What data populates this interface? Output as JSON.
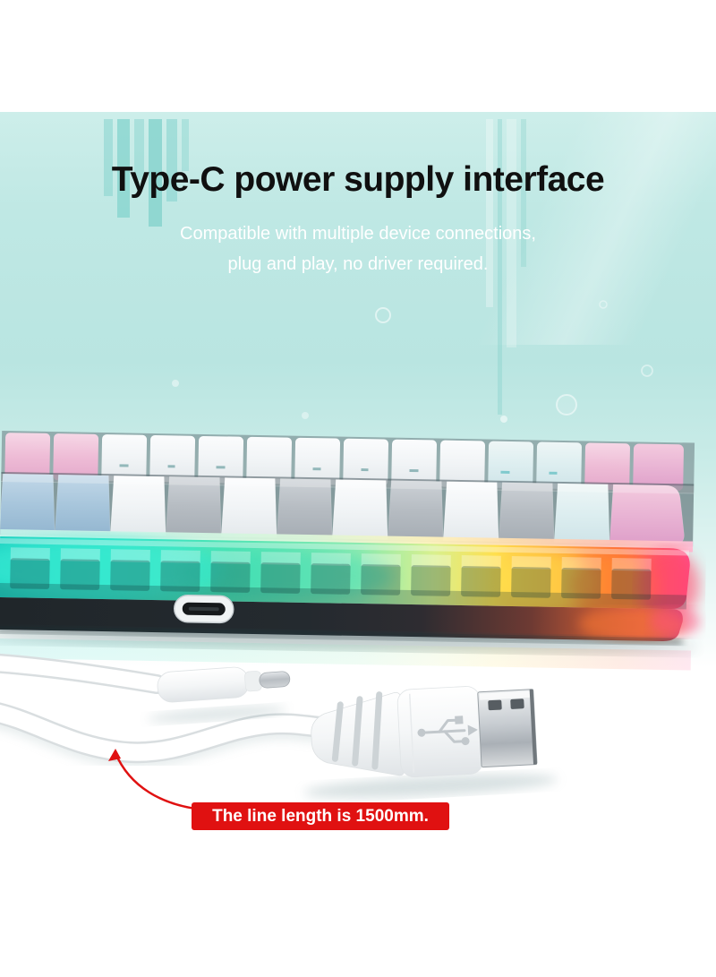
{
  "hero": {
    "title": "Type-C power supply interface",
    "subtitle_line1": "Compatible with multiple device connections,",
    "subtitle_line2": "plug and play, no driver required."
  },
  "callout": {
    "text": "The line length is 1500mm."
  },
  "product": {
    "keyboard": "mechanical-keyboard-side-view-with-rgb-glow",
    "cable": "white-usb-a-to-usb-c-cable",
    "port": "usb-c-port"
  },
  "colors": {
    "background_teal": "#bfe8e4",
    "title_text": "#101010",
    "subtitle_text": "#ffffff",
    "badge_red": "#e01111",
    "badge_text": "#ffffff",
    "stripe_teal": "#87d4ce",
    "cable_white": "#ffffff",
    "keycap_pink": "#efc0d9",
    "keycap_blue": "#a5c4da",
    "keycap_white": "#f5f7f8",
    "keycap_gray": "#b7bdc3",
    "glow_teal": "#2ee0c4",
    "glow_yellow": "#ffdf4e",
    "glow_orange": "#ffa63c",
    "glow_pink": "#ff4f8e"
  }
}
